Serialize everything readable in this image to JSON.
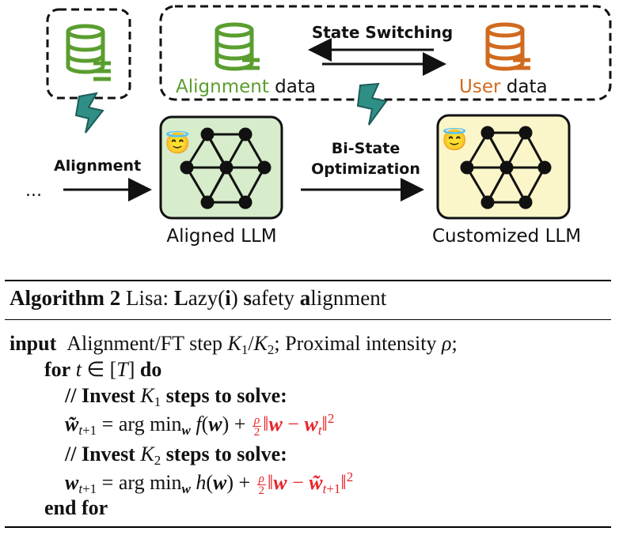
{
  "diagram": {
    "state_switching": "State Switching",
    "alignment_data_colored": "Alignment",
    "alignment_data_plain": " data",
    "user_data_colored": "User",
    "user_data_plain": " data",
    "alignment_label": "Alignment",
    "ellipsis": "...",
    "bi_state_line1": "Bi-State",
    "bi_state_line2": "Optimization",
    "aligned_llm": "Aligned LLM",
    "customized_llm": "Customized LLM",
    "emoji": "😇"
  },
  "algorithm": {
    "title_bold": "Algorithm 2",
    "title_rest": " Lisa: ",
    "line_input_kw": "input",
    "line_input_text": "Alignment/FT step",
    "line_input_text2": "; Proximal intensity",
    "for_kw": "for",
    "do_kw": "do",
    "comment1": "// Invest",
    "comment1_tail": "steps to solve:",
    "comment2": "// Invest",
    "comment2_tail": "steps to solve:",
    "end_for": "end for"
  },
  "colors": {
    "green": "#5a9e2f",
    "orange": "#d06a1f",
    "teal": "#2f8f86",
    "red": "#e8242b",
    "aligned_box": "#d6eccb",
    "customized_box": "#faf6c9"
  }
}
